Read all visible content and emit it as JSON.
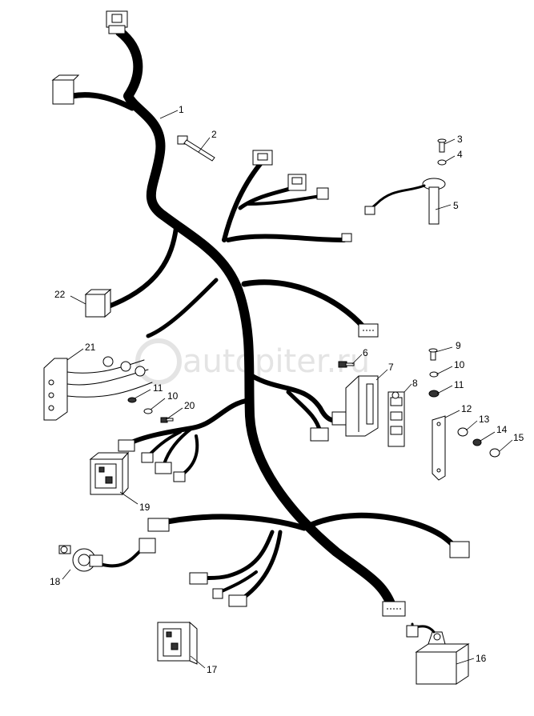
{
  "watermark": "autopiter.ru",
  "callouts": [
    {
      "id": "callout-1",
      "text": "1"
    },
    {
      "id": "callout-2",
      "text": "2"
    },
    {
      "id": "callout-3",
      "text": "3"
    },
    {
      "id": "callout-4",
      "text": "4"
    },
    {
      "id": "callout-5",
      "text": "5"
    },
    {
      "id": "callout-6",
      "text": "6"
    },
    {
      "id": "callout-7",
      "text": "7"
    },
    {
      "id": "callout-8",
      "text": "8"
    },
    {
      "id": "callout-9",
      "text": "9"
    },
    {
      "id": "callout-10a",
      "text": "10"
    },
    {
      "id": "callout-11a",
      "text": "11"
    },
    {
      "id": "callout-12",
      "text": "12"
    },
    {
      "id": "callout-13",
      "text": "13"
    },
    {
      "id": "callout-14",
      "text": "14"
    },
    {
      "id": "callout-15",
      "text": "15"
    },
    {
      "id": "callout-16",
      "text": "16"
    },
    {
      "id": "callout-17",
      "text": "17"
    },
    {
      "id": "callout-18",
      "text": "18"
    },
    {
      "id": "callout-19",
      "text": "19"
    },
    {
      "id": "callout-20",
      "text": "20"
    },
    {
      "id": "callout-21",
      "text": "21"
    },
    {
      "id": "callout-22",
      "text": "22"
    },
    {
      "id": "callout-11b",
      "text": "11"
    },
    {
      "id": "callout-10b",
      "text": "10"
    }
  ]
}
